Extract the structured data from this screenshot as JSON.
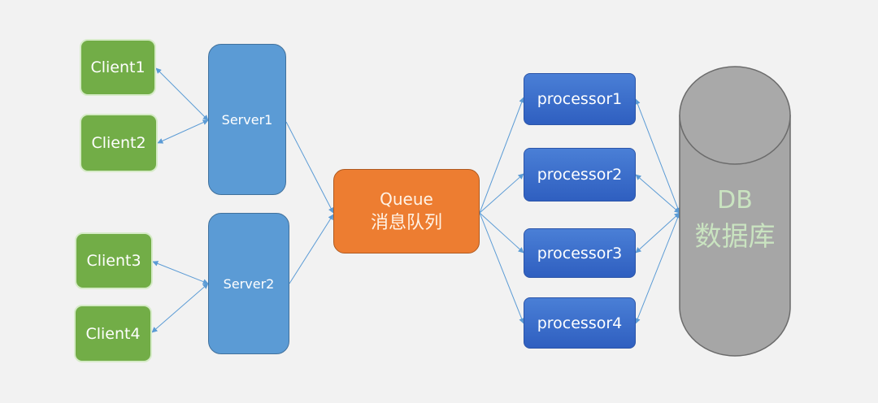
{
  "clients": [
    "Client1",
    "Client2",
    "Client3",
    "Client4"
  ],
  "servers": [
    "Server1",
    "Server2"
  ],
  "queue": {
    "title": "Queue",
    "subtitle": "消息队列"
  },
  "processors": [
    "processor1",
    "processor2",
    "processor3",
    "processor4"
  ],
  "db": {
    "title": "DB",
    "subtitle": "数据库"
  },
  "colors": {
    "background": "#f2f2f2",
    "client": "#72ad47",
    "server": "#5b9bd5",
    "queue": "#ed7d31",
    "processor": "#2f5fc0",
    "db": "#a6a6a6",
    "db_text": "#c9e3c0",
    "arrow": "#5b9bd5"
  }
}
